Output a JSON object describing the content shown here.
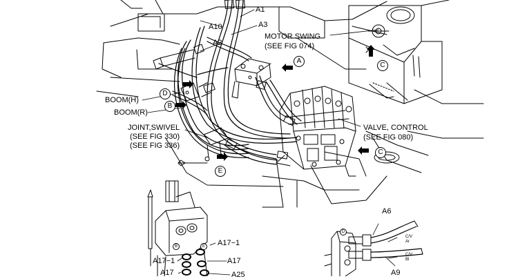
{
  "callouts": {
    "a1": "A1",
    "a3": "A3",
    "a10": "A10",
    "a2": "A2",
    "motor_swing": "MOTOR  SWING",
    "motor_swing_ref": "(SEE FIG 074)",
    "boom_h": "BOOM(H)",
    "boom_r": "BOOM(R)",
    "joint_swivel": "JOINT,SWIVEL",
    "joint_swivel_ref1": "(SEE FIG 330)",
    "joint_swivel_ref2": "(SEE FIG 336)",
    "valve_control": "VALVE, CONTROL",
    "valve_control_ref": "(SEE FIG 080)",
    "a6": "A6",
    "a9": "A9",
    "a17_1_left": "A17−1",
    "a17_1_right": "A17−1",
    "a17_right": "A17",
    "a17_left": "A17",
    "a25": "A25",
    "cv_ar": "C/V",
    "cv_ar_sub": "Ar",
    "cv_bl": "C/V",
    "cv_bl_sub": "Bl"
  },
  "view_markers": {
    "a": "A",
    "b": "B",
    "c1": "C",
    "c2": "C",
    "d": "D",
    "e": "E",
    "inset_d": "D",
    "inset_b": "B",
    "inset_e": "E"
  }
}
